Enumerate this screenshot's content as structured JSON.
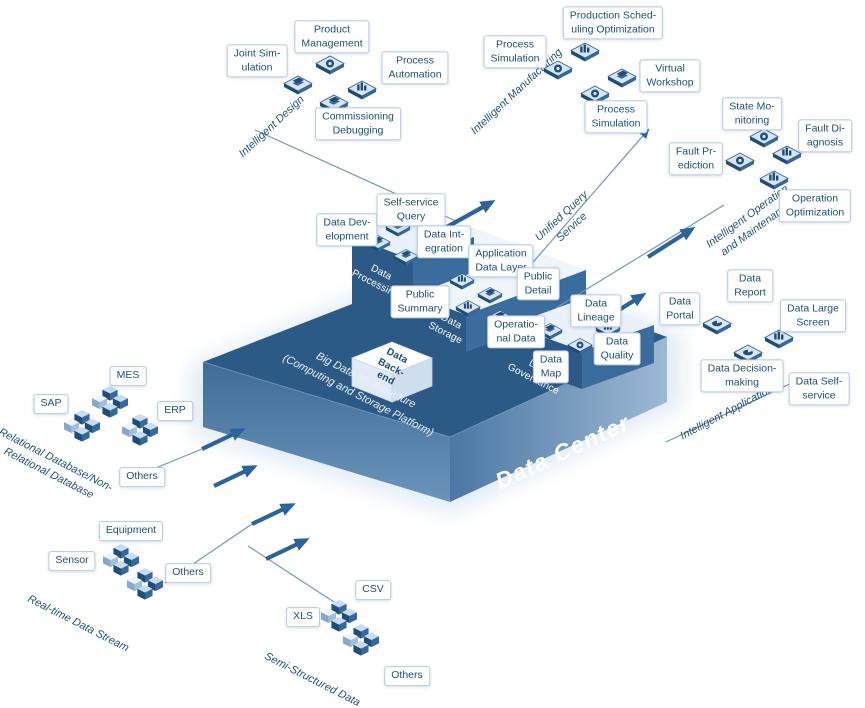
{
  "clusters": {
    "design": {
      "axis": "Intelligent Design",
      "joint_simulation": "Joint Sim-\nulation",
      "product_management": "Product\nManagement",
      "process_automation": "Process\nAutomation",
      "commissioning_debugging": "Commissioning\nDebugging"
    },
    "manufacturing": {
      "axis": "Intelligent Manufacturing",
      "process_simulation_left": "Process\nSimulation",
      "production_scheduling_optimization": "Production Sched-\nuling Optimization",
      "virtual_workshop": "Virtual\nWorkshop",
      "process_simulation_bottom": "Process\nSimulation"
    },
    "operation_maintenance": {
      "axis": "Intelligent Operation\nand Maintenance",
      "state_monitoring": "State Mo-\nnitoring",
      "fault_diagnosis": "Fault Di-\nagnosis",
      "fault_prediction": "Fault Pr-\nediction",
      "operation_optimization": "Operation\nOptimization"
    },
    "application": {
      "axis": "Intelligent Application",
      "data_report": "Data\nReport",
      "data_portal": "Data\nPortal",
      "data_large_screen": "Data Large\nScreen",
      "data_decision_making": "Data Decision-\nmaking",
      "data_self_service": "Data Self-\nservice"
    }
  },
  "service": {
    "unified_query": "Unified Query\nService"
  },
  "platform": {
    "data_center": "Data Center",
    "infrastructure": "Big Data Infrastructure\n(Computing and Storage Platform)",
    "backend": "Data\nBack-\nend",
    "processing_face": "Data\nProcessing",
    "storage_face": "Data\nStorage",
    "governance_face": "Data\nGovernance",
    "labels": {
      "data_development": "Data Dev-\nelopment",
      "self_service_query": "Self-service\nQuery",
      "data_integration": "Data Int-\negration",
      "application_data_layer": "Application\nData Layer",
      "public_detail": "Public\nDetail",
      "public_summary": "Public\nSummary",
      "operational_data": "Operatio-\nnal Data",
      "data_lineage": "Data\nLineage",
      "data_quality": "Data\nQuality",
      "data_map": "Data\nMap"
    }
  },
  "sources": {
    "relational": {
      "axis": "Relational Database/Non-\nRelational Database",
      "sap": "SAP",
      "mes": "MES",
      "erp": "ERP",
      "others": "Others"
    },
    "realtime": {
      "axis": "Real-time Data Stream",
      "equipment": "Equipment",
      "sensor": "Sensor",
      "others": "Others"
    },
    "semi_structured": {
      "axis": "Semi-Structured Data",
      "xls": "XLS",
      "csv": "CSV",
      "others": "Others"
    }
  },
  "colors": {
    "navy_text": "#1d4e79",
    "box_border": "#b5c9e0",
    "arrow": "#2d639c",
    "platform_top": "#2b5a86"
  }
}
